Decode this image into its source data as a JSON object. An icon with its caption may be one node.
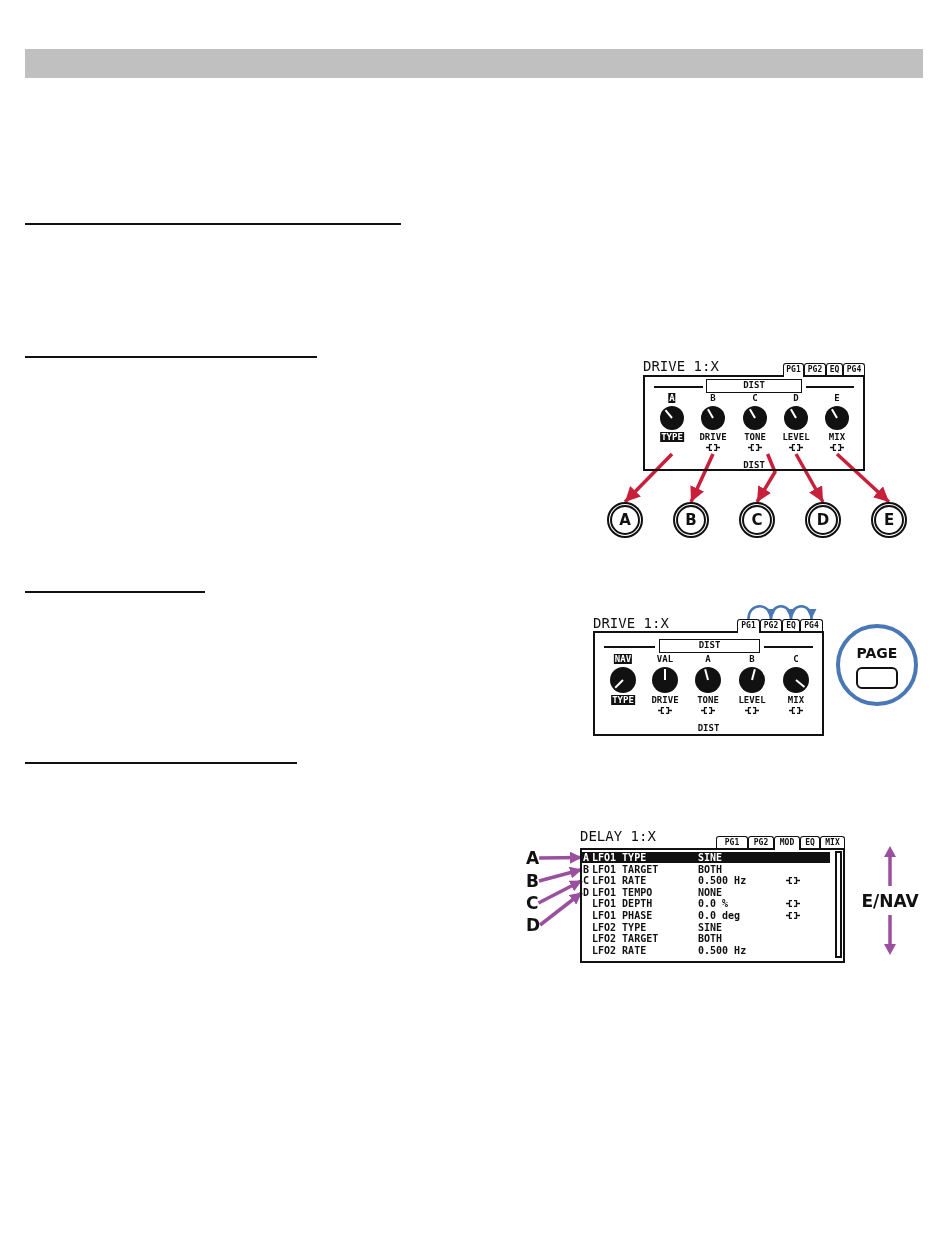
{
  "diagram": {
    "nodes": [
      {
        "text": [
          "DRIVE 1:X",
          "DIST"
        ]
      },
      {
        "text": [
          "PG1"
        ]
      },
      {
        "text": [
          "PG2"
        ]
      },
      {
        "text": [
          "EQ"
        ]
      },
      {
        "text": [
          "PG4"
        ]
      },
      {
        "text": [
          "DIST"
        ],
        "in": 0
      },
      {
        "text": [
          "A",
          "TYPE"
        ],
        "in": 0
      },
      {
        "text": [
          "B",
          "DRIVE"
        ],
        "in": 0
      },
      {
        "text": [
          "C",
          "TONE"
        ],
        "in": 0
      },
      {
        "text": [
          "D",
          "LEVEL"
        ],
        "in": 0
      },
      {
        "text": [
          "E",
          "MIX"
        ],
        "in": 0
      },
      {
        "text": [
          "A"
        ]
      },
      {
        "text": [
          "B"
        ]
      },
      {
        "text": [
          "C"
        ]
      },
      {
        "text": [
          "D"
        ]
      },
      {
        "text": [
          "E"
        ]
      },
      {
        "text": [
          "DRIVE 1:X",
          "DIST"
        ]
      },
      {
        "text": [
          "PG1"
        ]
      },
      {
        "text": [
          "PG2"
        ]
      },
      {
        "text": [
          "EQ"
        ]
      },
      {
        "text": [
          "PG4"
        ]
      },
      {
        "text": [
          "DIST"
        ],
        "in": 16
      },
      {
        "text": [
          "NAV",
          "TYPE"
        ],
        "in": 16
      },
      {
        "text": [
          "VAL",
          "DRIVE"
        ],
        "in": 16
      },
      {
        "text": [
          "A",
          "TONE"
        ],
        "in": 16
      },
      {
        "text": [
          "B",
          "LEVEL"
        ],
        "in": 16
      },
      {
        "text": [
          "C",
          "MIX"
        ],
        "in": 16
      },
      {
        "text": [
          "PAGE"
        ]
      },
      {
        "text": [
          "DELAY 1:X"
        ]
      },
      {
        "text": [
          "PG1"
        ]
      },
      {
        "text": [
          "PG2"
        ]
      },
      {
        "text": [
          "MOD"
        ]
      },
      {
        "text": [
          "EQ"
        ]
      },
      {
        "text": [
          "MIX"
        ]
      },
      {
        "text": [
          "A",
          "LFO1 TYPE",
          "SINE"
        ],
        "in": 28
      },
      {
        "text": [
          "B",
          "LFO1 TARGET",
          "BOTH"
        ],
        "in": 28
      },
      {
        "text": [
          "C",
          "LFO1 RATE",
          "0.500 Hz"
        ],
        "in": 28
      },
      {
        "text": [
          "D",
          "LFO1 TEMPO",
          "NONE"
        ],
        "in": 28
      },
      {
        "text": [
          "LFO1 DEPTH",
          "0.0 %"
        ],
        "in": 28
      },
      {
        "text": [
          "LFO1 PHASE",
          "0.0 deg"
        ],
        "in": 28
      },
      {
        "text": [
          "LFO2 TYPE",
          "SINE"
        ],
        "in": 28
      },
      {
        "text": [
          "LFO2 TARGET",
          "BOTH"
        ],
        "in": 28
      },
      {
        "text": [
          "LFO2 RATE",
          "0.500 Hz"
        ],
        "in": 28
      },
      {
        "text": [
          "A"
        ]
      },
      {
        "text": [
          "B"
        ]
      },
      {
        "text": [
          "C"
        ]
      },
      {
        "text": [
          "D"
        ]
      }
    ],
    "edges": [
      {
        "from": 6,
        "to": 11,
        "arrow": "to"
      },
      {
        "from": 7,
        "to": 12,
        "arrow": "to"
      },
      {
        "from": 8,
        "to": 13,
        "arrow": "to"
      },
      {
        "from": 9,
        "to": 14,
        "arrow": "to"
      },
      {
        "from": 10,
        "to": 15,
        "arrow": "to"
      },
      {
        "from": 17,
        "to": 18,
        "arrow": "to",
        "color": "#4a77b5"
      },
      {
        "from": 18,
        "to": 19,
        "arrow": "to",
        "color": "#4a77b5"
      },
      {
        "from": 19,
        "to": 20,
        "arrow": "to",
        "color": "#4a77b5"
      },
      {
        "from": 43,
        "to": 34,
        "arrow": "to",
        "color": "#9b4f9f"
      },
      {
        "from": 44,
        "to": 35,
        "arrow": "to",
        "color": "#9b4f9f"
      },
      {
        "from": 45,
        "to": 36,
        "arrow": "to",
        "color": "#9b4f9f"
      },
      {
        "from": 46,
        "to": 37,
        "arrow": "to",
        "color": "#9b4f9f"
      }
    ],
    "labels": [
      "E/NAV"
    ]
  }
}
